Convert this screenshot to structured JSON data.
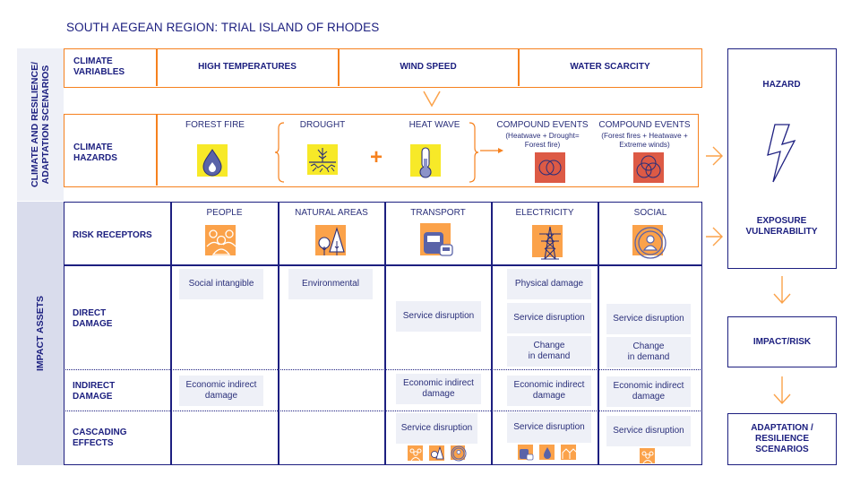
{
  "title": "SOUTH AEGEAN REGION: TRIAL ISLAND OF RHODES",
  "side_labels": {
    "climate": "CLIMATE AND RESILIENCE/\nADAPTATION SCENARIOS",
    "impact": "IMPACT ASSETS"
  },
  "climate_variables": {
    "label_line1": "CLIMATE",
    "label_line2": "VARIABLES",
    "items": [
      "HIGH TEMPERATURES",
      "WIND SPEED",
      "WATER SCARCITY"
    ]
  },
  "climate_hazards": {
    "label_line1": "CLIMATE",
    "label_line2": "HAZARDS",
    "items": [
      {
        "name": "FOREST FIRE",
        "icon": "flame-icon"
      },
      {
        "name": "DROUGHT",
        "icon": "dry-soil-plant-icon"
      },
      {
        "name": "HEAT WAVE",
        "icon": "thermometer-icon"
      },
      {
        "name": "COMPOUND EVENTS",
        "sub1": "(Heatwave + Drought=",
        "sub2": "Forest fire)",
        "icon": "two-circles-icon"
      },
      {
        "name": "COMPOUND EVENTS",
        "sub1": "(Forest fires + Heatwave +",
        "sub2": "Extreme winds)",
        "icon": "three-circles-icon"
      }
    ],
    "plus": "+"
  },
  "rows": {
    "risk_receptors": "RISK RECEPTORS",
    "direct_1": "DIRECT",
    "direct_2": "DAMAGE",
    "indirect_1": "INDIRECT",
    "indirect_2": "DAMAGE",
    "cascading_1": "CASCADING",
    "cascading_2": "EFFECTS"
  },
  "receptors": [
    {
      "name": "PEOPLE",
      "icon": "people-icon"
    },
    {
      "name": "NATURAL AREAS",
      "icon": "trees-icon"
    },
    {
      "name": "TRANSPORT",
      "icon": "vehicles-icon"
    },
    {
      "name": "ELECTRICITY",
      "icon": "power-pylon-icon"
    },
    {
      "name": "SOCIAL",
      "icon": "person-circle-icon"
    }
  ],
  "direct_damage": {
    "people": [
      "Social intangible"
    ],
    "natural": [
      "Environmental"
    ],
    "transport": [
      "Service disruption"
    ],
    "electricity": [
      "Physical damage",
      "Service disruption",
      "Change\nin demand"
    ],
    "social": [
      "Service disruption",
      "Change\nin demand"
    ]
  },
  "indirect_damage": {
    "people": "Economic indirect\ndamage",
    "transport": "Economic indirect\ndamage",
    "electricity": "Economic indirect\ndamage",
    "social": "Economic indirect\ndamage"
  },
  "cascading_effects": {
    "transport": {
      "text": "Service disruption",
      "icons": [
        "people-icon",
        "trees-icon",
        "person-circle-icon"
      ]
    },
    "electricity": {
      "text": "Service disruption",
      "icons": [
        "vehicles-icon",
        "water-drop-icon",
        "houses-icon"
      ]
    },
    "social": {
      "text": "Service disruption",
      "icons": [
        "people-icon"
      ]
    }
  },
  "right_panel": {
    "hazard": "HAZARD",
    "exposure_1": "EXPOSURE",
    "exposure_2": "VULNERABILITY",
    "impact": "IMPACT/RISK",
    "adapt_1": "ADAPTATION /",
    "adapt_2": "RESILIENCE",
    "adapt_3": "SCENARIOS"
  },
  "colors": {
    "navy": "#1d1f80",
    "orange": "#f6811e",
    "light_orange": "#fba24a",
    "yellow": "#f7e928",
    "red": "#dd5a45",
    "tag_bg": "#eef0f7"
  }
}
